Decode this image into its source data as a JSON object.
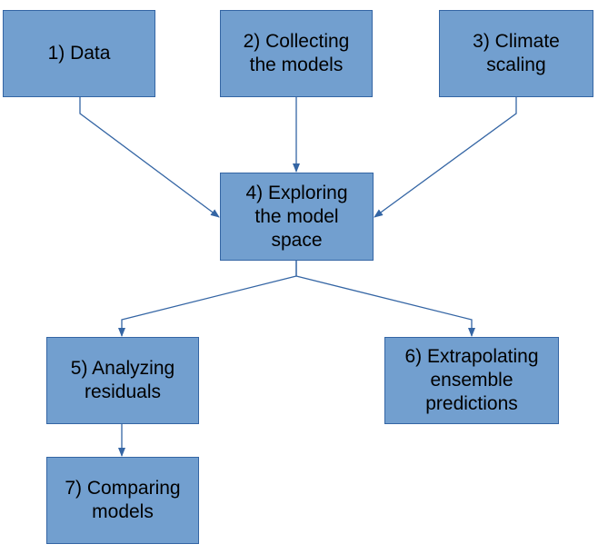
{
  "colors": {
    "box_fill": "#729fcf",
    "box_border": "#3465a4",
    "connector": "#3465a4"
  },
  "nodes": {
    "data": "1) Data",
    "collecting": "2) Collecting\nthe models",
    "climate": "3) Climate\nscaling",
    "exploring": "4) Exploring\nthe model\nspace",
    "residuals": "5) Analyzing\nresiduals",
    "extrapolating": "6) Extrapolating\nensemble\npredictions",
    "comparing": "7) Comparing\nmodels"
  },
  "edges": [
    {
      "from": "1) Data",
      "to": "4) Exploring the model space"
    },
    {
      "from": "2) Collecting the models",
      "to": "4) Exploring the model space"
    },
    {
      "from": "3) Climate scaling",
      "to": "4) Exploring the model space"
    },
    {
      "from": "4) Exploring the model space",
      "to": "5) Analyzing residuals"
    },
    {
      "from": "4) Exploring the model space",
      "to": "6) Extrapolating ensemble predictions"
    },
    {
      "from": "5) Analyzing residuals",
      "to": "7) Comparing models"
    }
  ]
}
